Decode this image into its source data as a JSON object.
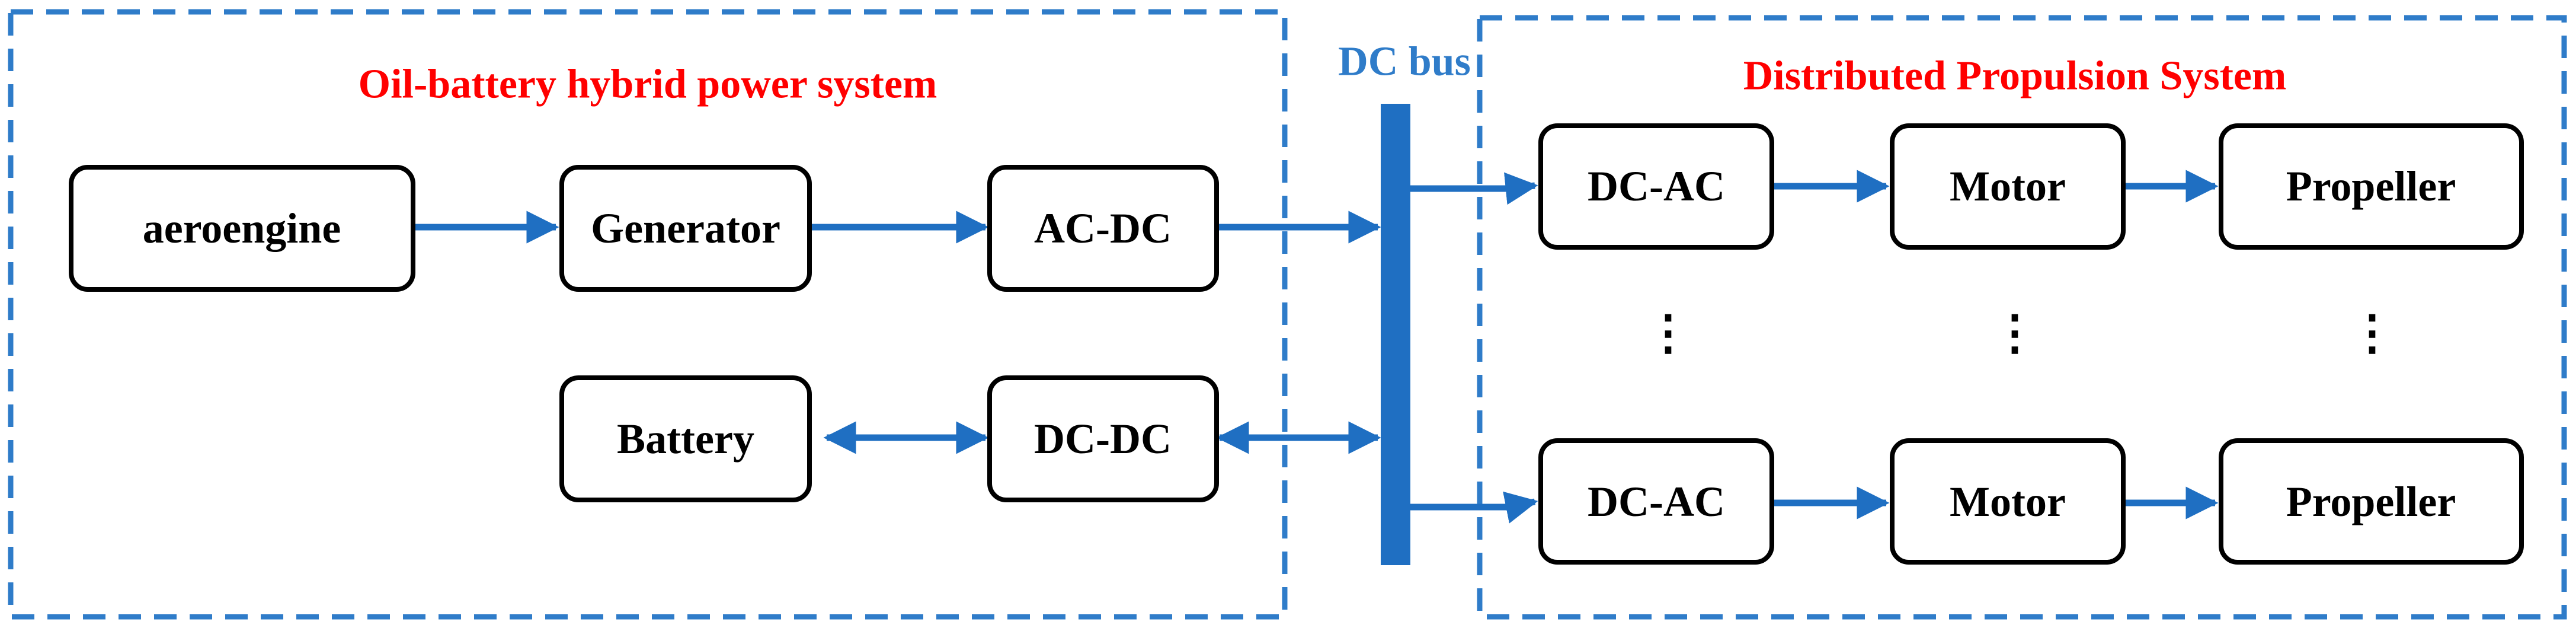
{
  "colors": {
    "frame": "#2F7CC9",
    "arrow": "#1F6FC2",
    "bus": "#1F6FC2",
    "title_red": "#FF0000",
    "title_blue": "#2F7CC9",
    "box_stroke": "#000000"
  },
  "left_group": {
    "title": "Oil-battery hybrid power system",
    "blocks": {
      "aeroengine": "aeroengine",
      "generator": "Generator",
      "acdc": "AC-DC",
      "battery": "Battery",
      "dcdc": "DC-DC"
    }
  },
  "bus": {
    "label": "DC bus"
  },
  "right_group": {
    "title": "Distributed Propulsion System",
    "rows": [
      {
        "inverter": "DC-AC",
        "motor": "Motor",
        "propeller": "Propeller"
      },
      {
        "inverter": "DC-AC",
        "motor": "Motor",
        "propeller": "Propeller"
      }
    ],
    "ellipsis": "⋮"
  }
}
